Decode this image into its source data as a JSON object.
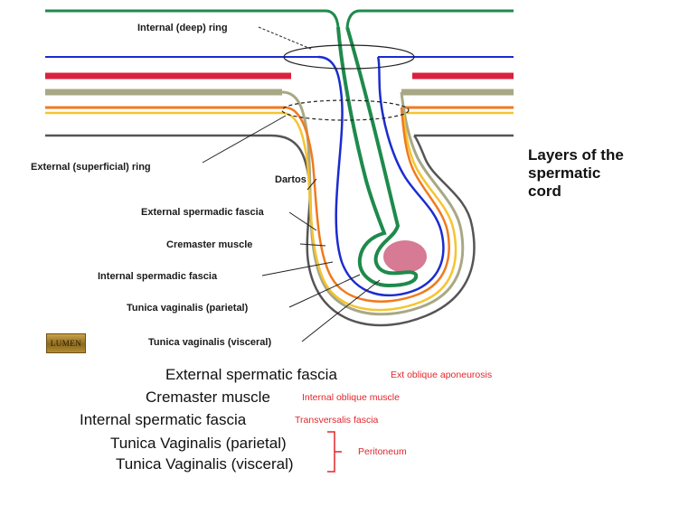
{
  "diagram": {
    "title_lines": [
      "Layers of the",
      "spermatic",
      "cord"
    ],
    "labels": {
      "internal_ring": "Internal (deep) ring",
      "external_ring": "External (superficial) ring",
      "dartos": "Dartos",
      "external_fascia": "External spermadic fascia",
      "cremaster": "Cremaster muscle",
      "internal_fascia": "Internal spermadic fascia",
      "tv_parietal": "Tunica vaginalis (parietal)",
      "tv_visceral": "Tunica vaginalis (visceral)"
    },
    "logo_text": "LUMEN",
    "colors": {
      "green": "#1e8a4c",
      "blue": "#1a2ccf",
      "red": "#d9213d",
      "olive": "#a8a886",
      "orange": "#f07a1e",
      "yellow": "#f5c430",
      "gray": "#555555",
      "testis": "#d77a93"
    }
  },
  "bottom_list": {
    "rows": [
      {
        "layer": "External  spermatic  fascia",
        "origin": "Ext oblique  aponeurosis"
      },
      {
        "layer": "Cremaster muscle",
        "origin": "Internal oblique muscle"
      },
      {
        "layer": "Internal spermatic fascia",
        "origin": "Transversalis fascia"
      },
      {
        "layer": "Tunica Vaginalis (parietal)",
        "origin": ""
      },
      {
        "layer": "Tunica Vaginalis (visceral)",
        "origin": ""
      }
    ],
    "bracket_label": "Peritoneum"
  }
}
